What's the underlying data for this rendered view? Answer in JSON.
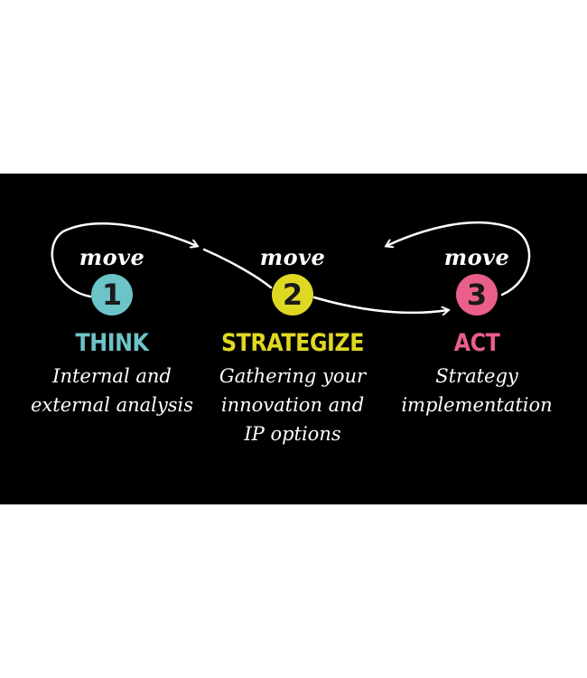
{
  "colors": {
    "background": "#000000",
    "arrow": "#ffffff",
    "think": "#6cc4c9",
    "strategize": "#dfd823",
    "act": "#ea5f8a",
    "text": "#ffffff"
  },
  "steps": [
    {
      "move_label": "move",
      "number": "1",
      "title": "THINK",
      "description": "Internal and\nexternal analysis"
    },
    {
      "move_label": "move",
      "number": "2",
      "title": "STRATEGIZE",
      "description": "Gathering your\ninnovation and\nIP options"
    },
    {
      "move_label": "move",
      "number": "3",
      "title": "ACT",
      "description": "Strategy\nimplementation"
    }
  ]
}
